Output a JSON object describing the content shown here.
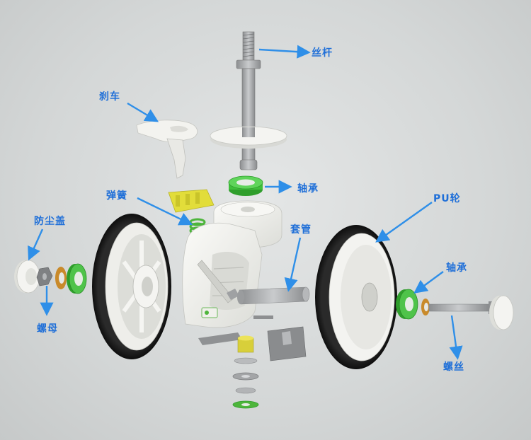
{
  "labels": {
    "screw_rod": "丝杆",
    "brake": "刹车",
    "bearing_top": "轴承",
    "spring": "弹簧",
    "pu_wheel": "PU轮",
    "sleeve": "套管",
    "dust_cover": "防尘盖",
    "bearing_right": "轴承",
    "nut": "螺母",
    "screw": "螺丝"
  },
  "colors": {
    "arrow": "#2f8fe8",
    "label": "#1f6fd8",
    "tire": "#1c1c1c",
    "rim": "#f1f1ee",
    "bearing": "#3fbf3a",
    "spring": "#e2dd3a",
    "washer": "#c98a2a",
    "metal": "#a9abad"
  }
}
